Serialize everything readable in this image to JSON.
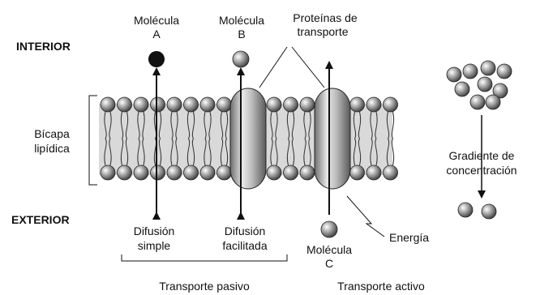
{
  "regions": {
    "interior": "INTERIOR",
    "exterior": "EXTERIOR"
  },
  "membrane": {
    "label_line1": "Bícapa",
    "label_line2": "lipídica"
  },
  "molecule_a": {
    "line1": "Molécula",
    "line2": "A"
  },
  "molecule_b": {
    "line1": "Molécula",
    "line2": "B"
  },
  "molecule_c": {
    "line1": "Molécula",
    "line2": "C"
  },
  "proteins": {
    "line1": "Proteínas de",
    "line2": "transporte"
  },
  "diffusion_simple": {
    "line1": "Difusión",
    "line2": "simple"
  },
  "diffusion_facilitated": {
    "line1": "Difusión",
    "line2": "facilitada"
  },
  "energy": "Energía",
  "passive_transport": "Transporte pasivo",
  "active_transport": "Transporte activo",
  "gradient": {
    "line1": "Gradiente de",
    "line2": "concentración"
  },
  "colors": {
    "membrane_fill": "#d9d9d9",
    "sphere": "#7a7a7a",
    "dark": "#111111"
  }
}
